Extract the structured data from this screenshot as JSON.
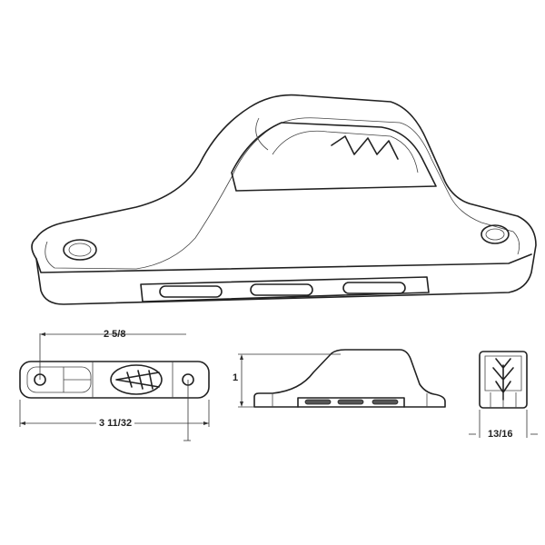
{
  "dimensions": {
    "slot_spacing": "2 5/8",
    "overall_length": "3 11/32",
    "height": "1",
    "width": "13/16"
  },
  "colors": {
    "line": "#222222",
    "background": "#ffffff"
  }
}
